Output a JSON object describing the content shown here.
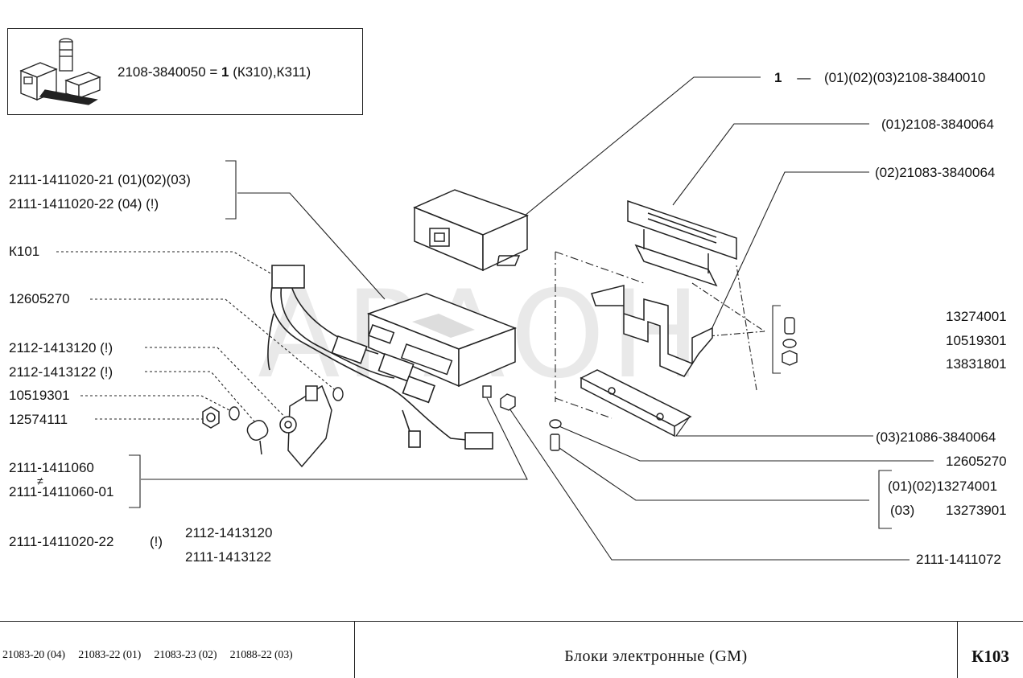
{
  "watermark": "АРАОН",
  "inset": {
    "formula": "2108-3840050 = ",
    "qty": "1",
    "options": " (К310),К311)"
  },
  "top_right": {
    "num": "1",
    "dash": "—",
    "code": "(01)(02)(03)2108-3840010"
  },
  "labels_right": [
    "(01)2108-3840064",
    "(02)21083-3840064",
    "13274001",
    "10519301",
    "13831801",
    "(03)21086-3840064",
    "12605270",
    "(01)(02)13274001",
    "(03)",
    "13273901",
    "2111-1411072"
  ],
  "labels_left": [
    "2111-1411020-21  (01)(02)(03)",
    "2111-1411020-22  (04)   (!)",
    "К101",
    "12605270",
    "2112-1413120  (!)",
    "2112-1413122  (!)",
    "10519301",
    "12574111",
    "2111-1411060",
    "≠",
    "2111-1411060-01"
  ],
  "note": {
    "code": "2111-1411020-22",
    "flag": "(!)",
    "alt1": "2112-1413120",
    "alt2": "2111-1413122"
  },
  "footer": {
    "models": [
      "21083-20 (04)",
      "21083-22 (01)",
      "21083-23 (02)",
      "21088-22 (03)"
    ],
    "title": "Блоки электронные (GM)",
    "code": "К103"
  }
}
